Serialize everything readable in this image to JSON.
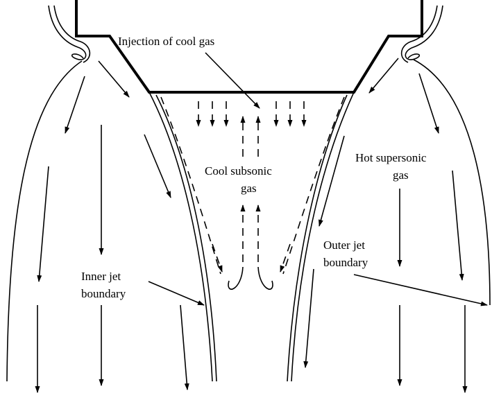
{
  "labels": {
    "injection": "Injection of cool gas",
    "cool_subsonic_1": "Cool subsonic",
    "cool_subsonic_2": "gas",
    "hot_supersonic_1": "Hot supersonic",
    "hot_supersonic_2": "gas",
    "inner_boundary_1": "Inner jet",
    "inner_boundary_2": "boundary",
    "outer_boundary_1": "Outer jet",
    "outer_boundary_2": "boundary"
  }
}
